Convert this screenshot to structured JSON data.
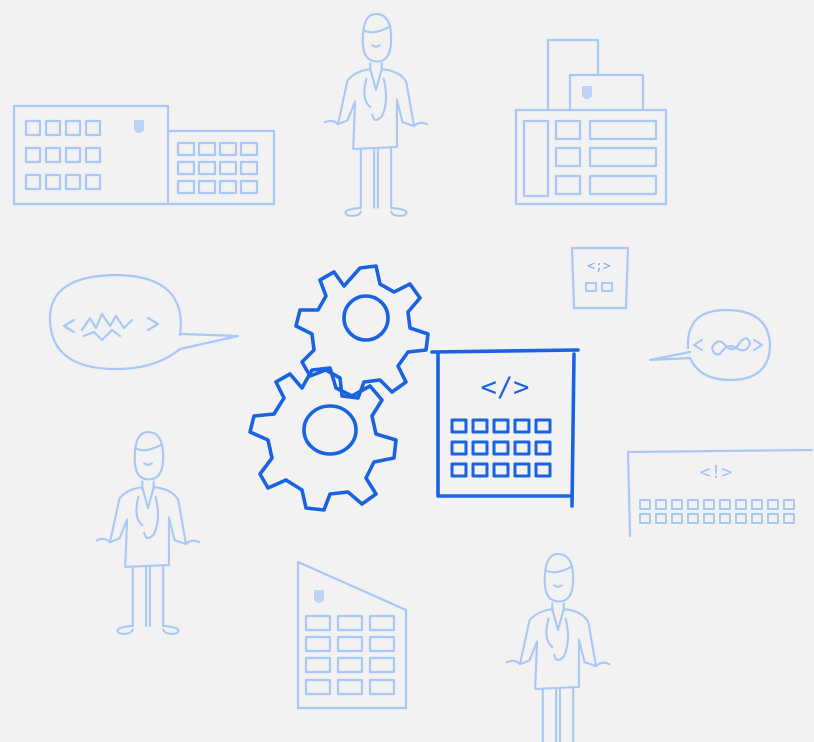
{
  "illustration": {
    "colors": {
      "background": "#f2f2f3",
      "light_stroke": "#a9c8f5",
      "dark_stroke": "#1a63e0"
    },
    "center_panel": {
      "code_symbol": "</>",
      "grid_rows": 3,
      "grid_cols": 5
    },
    "small_panel": {
      "code_symbol": "<;>"
    },
    "wide_panel": {
      "alert_symbol": "<!>",
      "grid_rows": 2,
      "grid_cols": 10
    },
    "speech_left": {
      "symbol": "<~~>"
    },
    "speech_right": {
      "symbol": "<~>"
    },
    "icons": [
      "hospital-building-icon",
      "doctor-figure-icon",
      "gear-icon",
      "code-panel-icon",
      "speech-bubble-icon"
    ]
  }
}
